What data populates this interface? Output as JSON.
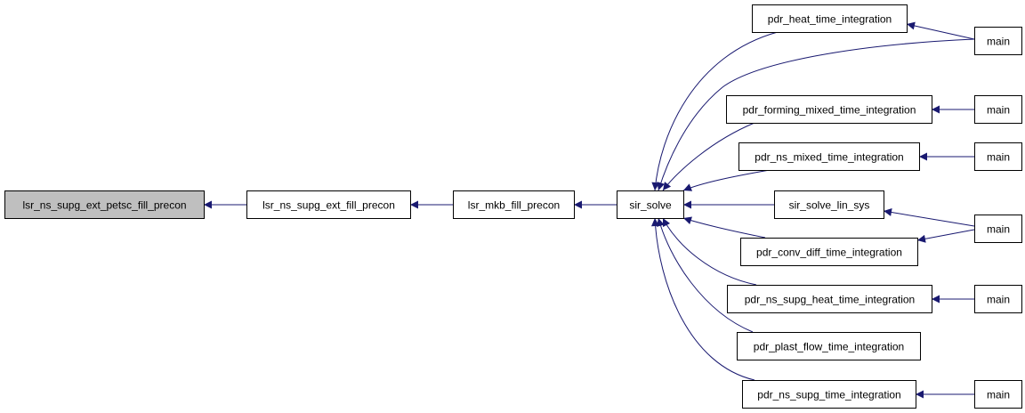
{
  "colors": {
    "edge": "#191970",
    "node_border": "#000000",
    "node_fill": "#ffffff",
    "root_fill": "#bfbfbf",
    "text": "#000000"
  },
  "nodes": [
    {
      "id": "root",
      "label": "lsr_ns_supg_ext_petsc_fill_precon"
    },
    {
      "id": "ext_fill",
      "label": "lsr_ns_supg_ext_fill_precon"
    },
    {
      "id": "mkb_fill",
      "label": "lsr_mkb_fill_precon"
    },
    {
      "id": "sir_solve",
      "label": "sir_solve"
    },
    {
      "id": "heat",
      "label": "pdr_heat_time_integration"
    },
    {
      "id": "forming",
      "label": "pdr_forming_mixed_time_integration"
    },
    {
      "id": "ns_mixed",
      "label": "pdr_ns_mixed_time_integration"
    },
    {
      "id": "lin_sys",
      "label": "sir_solve_lin_sys"
    },
    {
      "id": "conv_diff",
      "label": "pdr_conv_diff_time_integration"
    },
    {
      "id": "supg_heat",
      "label": "pdr_ns_supg_heat_time_integration"
    },
    {
      "id": "plast",
      "label": "pdr_plast_flow_time_integration"
    },
    {
      "id": "supg",
      "label": "pdr_ns_supg_time_integration"
    },
    {
      "id": "main1",
      "label": "main"
    },
    {
      "id": "main2",
      "label": "main"
    },
    {
      "id": "main3",
      "label": "main"
    },
    {
      "id": "main4",
      "label": "main"
    },
    {
      "id": "main5",
      "label": "main"
    },
    {
      "id": "main6",
      "label": "main"
    }
  ],
  "edges": [
    {
      "from": "ext_fill",
      "to": "root"
    },
    {
      "from": "mkb_fill",
      "to": "ext_fill"
    },
    {
      "from": "sir_solve",
      "to": "mkb_fill"
    },
    {
      "from": "heat",
      "to": "sir_solve"
    },
    {
      "from": "main1",
      "to": "sir_solve"
    },
    {
      "from": "forming",
      "to": "sir_solve"
    },
    {
      "from": "ns_mixed",
      "to": "sir_solve"
    },
    {
      "from": "lin_sys",
      "to": "sir_solve"
    },
    {
      "from": "conv_diff",
      "to": "sir_solve"
    },
    {
      "from": "supg_heat",
      "to": "sir_solve"
    },
    {
      "from": "plast",
      "to": "sir_solve"
    },
    {
      "from": "supg",
      "to": "sir_solve"
    },
    {
      "from": "main1",
      "to": "heat"
    },
    {
      "from": "main2",
      "to": "forming"
    },
    {
      "from": "main3",
      "to": "ns_mixed"
    },
    {
      "from": "main4",
      "to": "lin_sys"
    },
    {
      "from": "main4",
      "to": "conv_diff"
    },
    {
      "from": "main5",
      "to": "supg_heat"
    },
    {
      "from": "main6",
      "to": "supg"
    }
  ]
}
